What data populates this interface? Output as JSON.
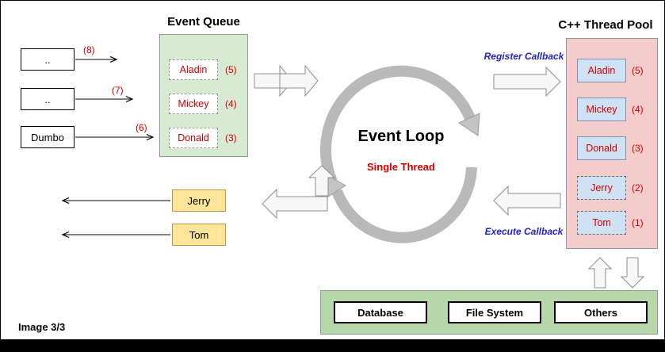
{
  "meta": {
    "image_label": "Image 3/3"
  },
  "incoming": [
    {
      "label": "..",
      "badge": "(8)"
    },
    {
      "label": "..",
      "badge": "(7)"
    },
    {
      "label": "Dumbo",
      "badge": "(6)"
    }
  ],
  "event_queue": {
    "title": "Event Queue",
    "items": [
      {
        "label": "Aladin",
        "badge": "(5)"
      },
      {
        "label": "Mickey",
        "badge": "(4)"
      },
      {
        "label": "Donald",
        "badge": "(3)"
      }
    ]
  },
  "event_loop": {
    "title": "Event Loop",
    "subtitle": "Single Thread"
  },
  "flows": {
    "register": "Register Callback",
    "execute": "Execute Callback"
  },
  "thread_pool": {
    "title": "C++ Thread Pool",
    "items": [
      {
        "label": "Aladin",
        "badge": "(5)",
        "pending": false
      },
      {
        "label": "Mickey",
        "badge": "(4)",
        "pending": false
      },
      {
        "label": "Donald",
        "badge": "(3)",
        "pending": false
      },
      {
        "label": "Jerry",
        "badge": "(2)",
        "pending": true
      },
      {
        "label": "Tom",
        "badge": "(1)",
        "pending": true
      }
    ]
  },
  "completed": [
    {
      "label": "Jerry"
    },
    {
      "label": "Tom"
    }
  ],
  "resources": [
    {
      "label": "Database"
    },
    {
      "label": "File System"
    },
    {
      "label": "Others"
    }
  ],
  "colors": {
    "queue_fill": "#d9ead3",
    "pool_fill": "#f4cccc",
    "task_fill": "#cfe2f3",
    "done_fill": "#ffe599",
    "resource_fill": "#b6d7a8",
    "accent_red": "#d40000",
    "accent_blue": "#2222cc"
  }
}
